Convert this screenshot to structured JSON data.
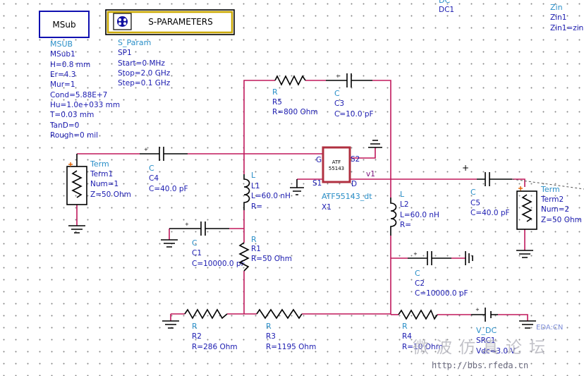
{
  "msub_box": {
    "label": "MSub"
  },
  "sparam_box": {
    "label": "S-PARAMETERS"
  },
  "msub": {
    "type": "MSUB",
    "name": "MSub1",
    "params": [
      "H=0.8 mm",
      "Er=4.3",
      "Mur=1",
      "Cond=5.88E+7",
      "Hu=1.0e+033 mm",
      "T=0.03 mm",
      "TanD=0",
      "Rough=0 mil"
    ]
  },
  "sparam": {
    "type": "S_Param",
    "name": "SP1",
    "params": [
      "Start=0 MHz",
      "Stop=2.0 GHz",
      "Step=0.1 GHz"
    ]
  },
  "dc": {
    "type": "DC",
    "name": "DC1"
  },
  "zin": {
    "type": "Zin",
    "name": "Zin1",
    "params": [
      "Zin1=zin("
    ]
  },
  "r5": {
    "type": "R",
    "name": "R5",
    "value": "R=800 Ohm"
  },
  "c3": {
    "type": "C",
    "name": "C3",
    "value": "C=10.0 pF"
  },
  "term1": {
    "type": "Term",
    "name": "Term1",
    "params": [
      "Num=1",
      "Z=50 Ohm"
    ]
  },
  "c4": {
    "type": "C",
    "name": "C4",
    "value": "C=40.0 pF"
  },
  "l1": {
    "type": "L",
    "name": "L1",
    "params": [
      "L=60.0 nH",
      "R="
    ]
  },
  "c1": {
    "type": "C",
    "name": "C1",
    "value": "C=10000.0 pF"
  },
  "r1": {
    "type": "R",
    "name": "R1",
    "value": "R=50 Ohm"
  },
  "x1": {
    "model": "ATF55143_dt",
    "name": "X1",
    "chip_line1": "ATF",
    "chip_line2": "55143",
    "pins": {
      "g": "G",
      "s1": "S1",
      "s2": "S2",
      "d": "D"
    }
  },
  "net_v1": "v1",
  "l2": {
    "type": "L",
    "name": "L2",
    "params": [
      "L=60.0 nH",
      "R="
    ]
  },
  "c5": {
    "type": "C",
    "name": "C5",
    "value": "C=40.0 pF",
    "plus": "+"
  },
  "term2": {
    "type": "Term",
    "name": "Term2",
    "params": [
      "Num=2",
      "Z=50 Ohm"
    ]
  },
  "c2": {
    "type": "C",
    "name": "C2",
    "value": "C=10000.0 pF"
  },
  "r2": {
    "type": "R",
    "name": "R2",
    "value": "R=286 Ohm"
  },
  "r3": {
    "type": "R",
    "name": "R3",
    "value": "R=1195 Ohm"
  },
  "r4": {
    "type": "R",
    "name": "R4",
    "value": "R=10 Ohm"
  },
  "src1": {
    "type": "V_DC",
    "name": "SRC1",
    "value": "Vdc=3.0 V"
  },
  "watermark": {
    "left": "EDA:CN",
    "chinese": "微波仿真论坛",
    "url": "http://bbs.rfeda.cn"
  },
  "colors": {
    "wire": "#c0185c",
    "component": "#000000",
    "label": "#1b1bb0",
    "type_label": "#2a8fc8",
    "transistor_box": "#b03040"
  }
}
